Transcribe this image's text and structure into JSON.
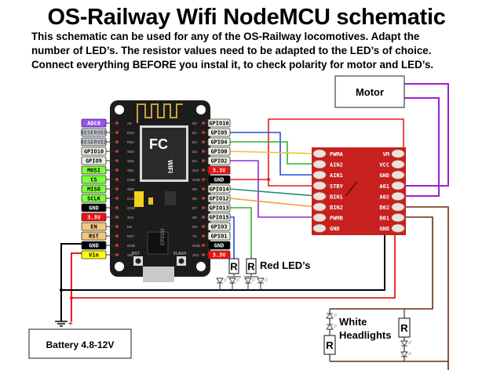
{
  "header": {
    "title": "OS-Railway Wifi NodeMCU schematic",
    "description_lines": [
      "This schematic can be used for any of the OS-Railway locomotives. Adapt the",
      "number of LED’s. The resistor values need to be adapted to the LED’s of choice.",
      "Connect everything BEFORE you instal it, to check polarity for motor and LED’s."
    ]
  },
  "nodemcu": {
    "left_pins": [
      {
        "label": "ADC0",
        "color": "#9b4dff",
        "text": "#fff"
      },
      {
        "label": "RESERVED",
        "color": "#c8ccd6",
        "text": "#555"
      },
      {
        "label": "RESERVED",
        "color": "#c8ccd6",
        "text": "#555"
      },
      {
        "label": "GPIO10",
        "color": "#eef2e6",
        "text": "#000"
      },
      {
        "label": "GPIO9",
        "color": "#eef2e6",
        "text": "#000"
      },
      {
        "label": "MOSI",
        "color": "#7dff3a",
        "text": "#000"
      },
      {
        "label": "CS",
        "color": "#7dff3a",
        "text": "#000"
      },
      {
        "label": "MISO",
        "color": "#7dff3a",
        "text": "#000"
      },
      {
        "label": "SCLK",
        "color": "#7dff3a",
        "text": "#000"
      },
      {
        "label": "GND",
        "color": "#000000",
        "text": "#fff"
      },
      {
        "label": "3.3V",
        "color": "#ee1111",
        "text": "#fff"
      },
      {
        "label": "EN",
        "color": "#f5c77e",
        "text": "#000"
      },
      {
        "label": "RST",
        "color": "#f5c77e",
        "text": "#000"
      },
      {
        "label": "GND",
        "color": "#000000",
        "text": "#fff"
      },
      {
        "label": "Vin",
        "color": "#ffff00",
        "text": "#000"
      }
    ],
    "right_pins": [
      {
        "label": "GPIO16",
        "color": "#eef2e6",
        "text": "#000"
      },
      {
        "label": "GPIO5",
        "color": "#eef2e6",
        "text": "#000"
      },
      {
        "label": "GPIO4",
        "color": "#eef2e6",
        "text": "#000"
      },
      {
        "label": "GPIO0",
        "color": "#eef2e6",
        "text": "#000"
      },
      {
        "label": "GPIO2",
        "color": "#eef2e6",
        "text": "#000"
      },
      {
        "label": "3.3V",
        "color": "#ee1111",
        "text": "#fff"
      },
      {
        "label": "GND",
        "color": "#000000",
        "text": "#fff"
      },
      {
        "label": "GPIO14",
        "color": "#eef2e6",
        "text": "#000"
      },
      {
        "label": "GPIO12",
        "color": "#eef2e6",
        "text": "#000"
      },
      {
        "label": "GPIO13",
        "color": "#eef2e6",
        "text": "#000"
      },
      {
        "label": "GPIO15",
        "color": "#eef2e6",
        "text": "#000"
      },
      {
        "label": "GPIO3",
        "color": "#eef2e6",
        "text": "#000"
      },
      {
        "label": "GPIO1",
        "color": "#eef2e6",
        "text": "#000"
      },
      {
        "label": "GND",
        "color": "#000000",
        "text": "#fff"
      },
      {
        "label": "3.3V",
        "color": "#ee1111",
        "text": "#fff"
      }
    ],
    "board_left_silk": [
      "A0",
      "RSV",
      "RSV",
      "SD3",
      "SD2",
      "SD1",
      "CMD",
      "SD0",
      "CLK",
      "GND",
      "3V3",
      "EN",
      "RST",
      "GND",
      "VIN"
    ],
    "board_right_silk": [
      "D0",
      "D1",
      "D2",
      "D3",
      "D4",
      "3V3",
      "GND",
      "D5",
      "D6",
      "D7",
      "D8",
      "RX",
      "TX",
      "GND",
      "3V3"
    ],
    "chip_text": [
      "FC",
      "WIFI",
      "CP2102"
    ],
    "buttons": [
      "RST",
      "FLASH"
    ]
  },
  "driver": {
    "left_pins": [
      "PWMA",
      "AIN2",
      "AIN1",
      "STBY",
      "BIN1",
      "BIN2",
      "PWMB",
      "GND"
    ],
    "right_pins": [
      "VM",
      "VCC",
      "GND",
      "A01",
      "A02",
      "B02",
      "B01",
      "GND"
    ]
  },
  "labels": {
    "motor": "Motor",
    "battery": "Battery 4.8-12V",
    "red_leds": "Red LED’s",
    "white_headlights_1": "White",
    "white_headlights_2": "Headlights",
    "resistor": "R",
    "plus": "+"
  },
  "colors": {
    "wire_red": "#e81c1c",
    "wire_black": "#000000",
    "wire_blue": "#2a4be0",
    "wire_green": "#2db22d",
    "wire_yellow": "#f2c230",
    "wire_purple": "#8e2bd6",
    "wire_teal": "#1f8f6a",
    "wire_orange": "#f0a030",
    "wire_brown": "#6b2a10",
    "wire_motor": "#a020d0",
    "board": "#1c1c1c",
    "driver": "#c8201f"
  }
}
